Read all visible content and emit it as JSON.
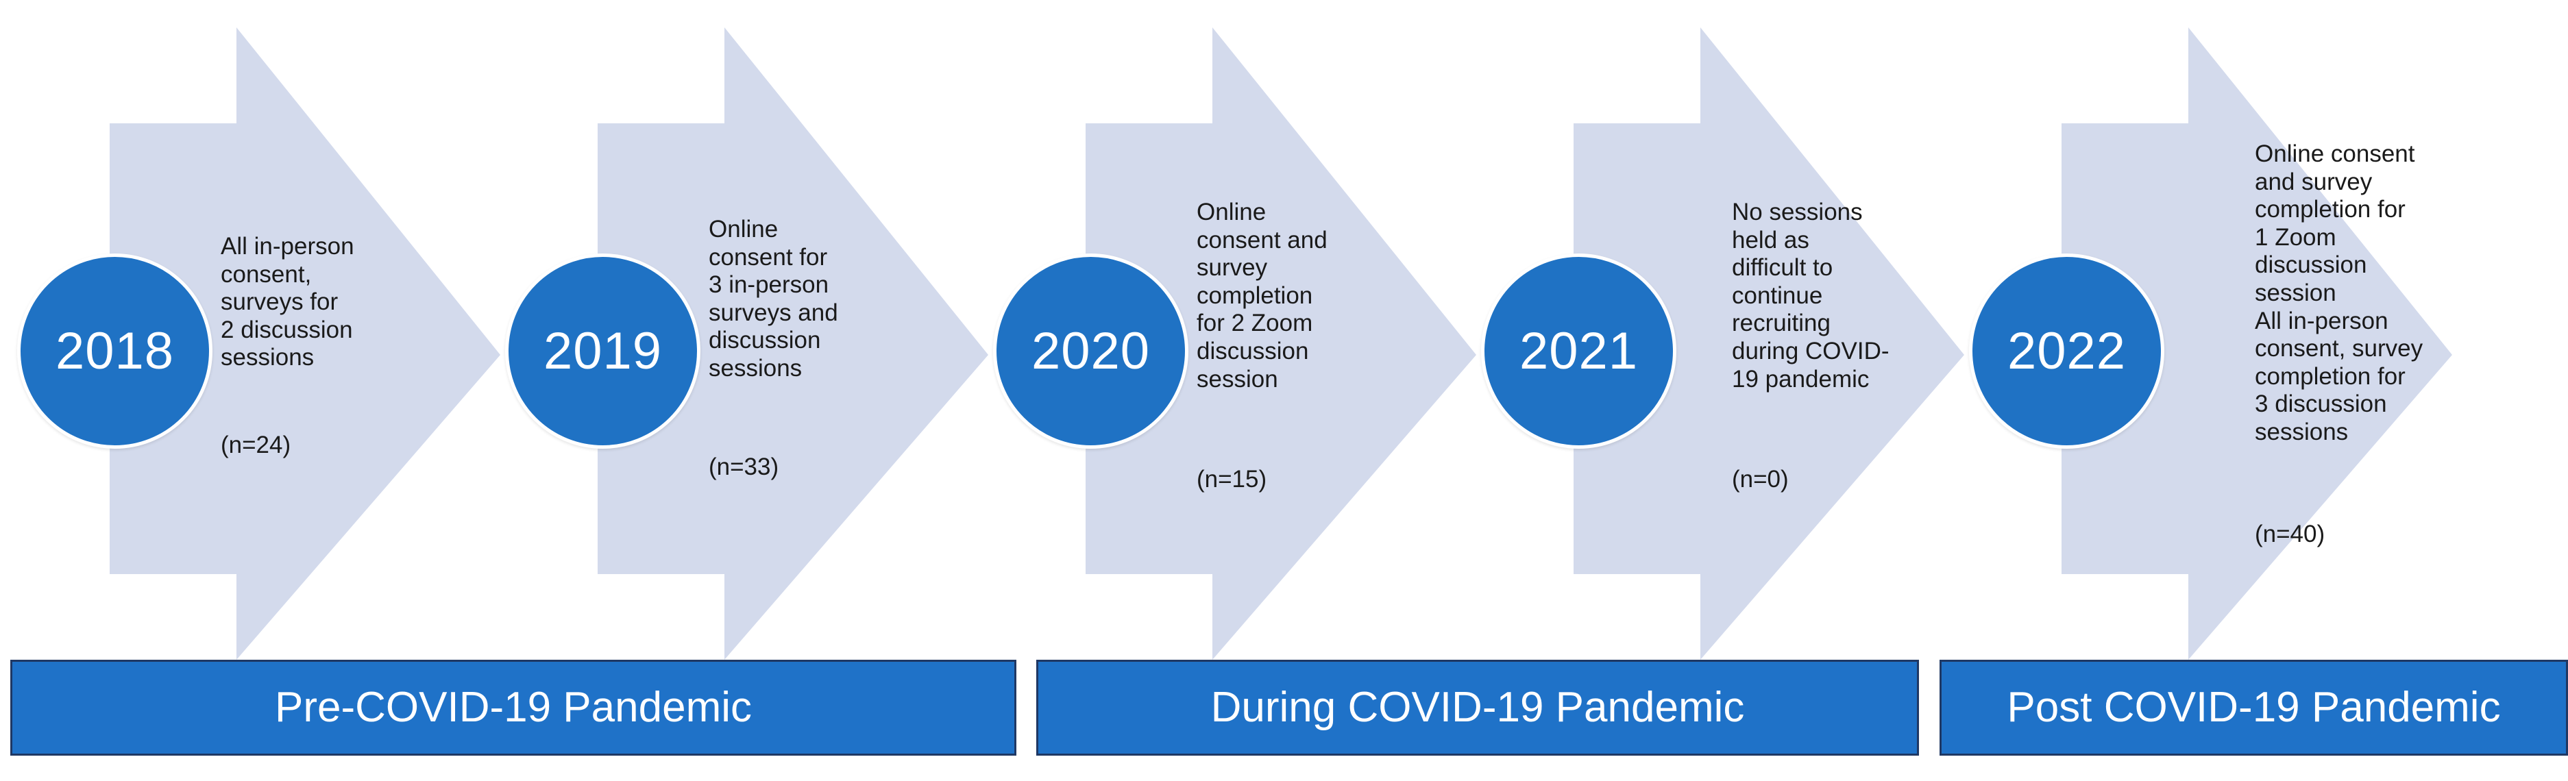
{
  "figure": {
    "title": "Study timeline of consent, survey and discussion session modality by year",
    "colors": {
      "arrow_fill": "#d3daec",
      "bubble_fill": "#1f72c4",
      "bubble_border": "#ffffff",
      "bar_fill": "#1f72c8",
      "bar_border": "#1f3864",
      "text": "#1a1a1a",
      "bar_text": "#ffffff"
    }
  },
  "steps": [
    {
      "year": "2018",
      "description": "All in-person\nconsent,\nsurveys for\n2 discussion\nsessions",
      "count": "(n=24)"
    },
    {
      "year": "2019",
      "description": "Online\nconsent for\n3 in-person\nsurveys and\ndiscussion\nsessions",
      "count": "(n=33)"
    },
    {
      "year": "2020",
      "description": "Online\nconsent and\nsurvey\ncompletion\nfor 2 Zoom\ndiscussion\nsession",
      "count": "(n=15)"
    },
    {
      "year": "2021",
      "description": "No sessions\nheld as\ndifficult to\ncontinue\nrecruiting\nduring COVID-\n19 pandemic",
      "count": "(n=0)"
    },
    {
      "year": "2022",
      "description": " Online consent\nand survey\ncompletion for\n1 Zoom\ndiscussion\nsession\nAll in-person\nconsent, survey\ncompletion for\n3 discussion\nsessions",
      "count": "(n=40)"
    }
  ],
  "phases": [
    {
      "label": "Pre-COVID-19 Pandemic"
    },
    {
      "label": "During COVID-19 Pandemic"
    },
    {
      "label": "Post COVID-19 Pandemic"
    }
  ]
}
